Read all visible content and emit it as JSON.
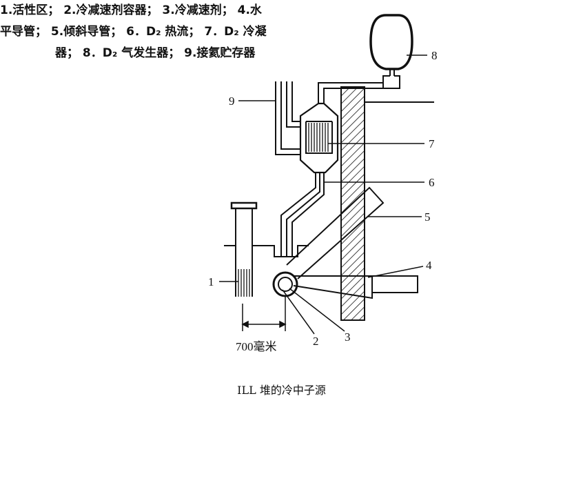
{
  "diagram": {
    "labels": {
      "n1": "1",
      "n2": "2",
      "n3": "3",
      "n4": "4",
      "n5": "5",
      "n6": "6",
      "n7": "7",
      "n8": "8",
      "n9": "9",
      "dimension": "700毫米"
    }
  },
  "caption": {
    "title": "ILL 堆的冷中子源",
    "legend_line1": "1.活性区；  2.冷减速剂容器；  3.冷减速剂；  4.水",
    "legend_line2": "平导管；  5.倾斜导管；  6．D₂ 热流；  7．D₂ 冷凝",
    "legend_line3": "器；  8．D₂ 气发生器；  9.接氦贮存器"
  },
  "colors": {
    "ink": "#111111",
    "background": "#ffffff"
  }
}
